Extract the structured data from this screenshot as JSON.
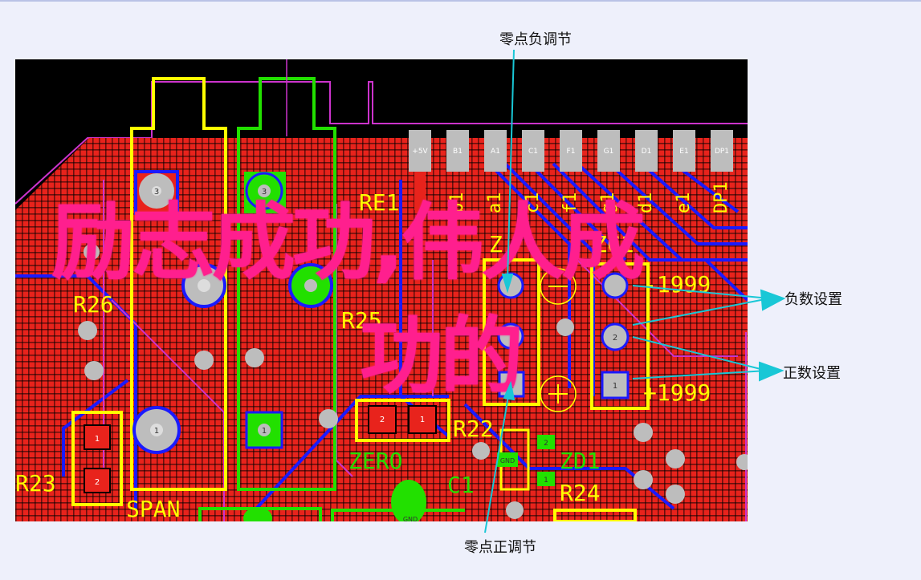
{
  "callouts": {
    "top": "零点负调节",
    "bottom": "零点正调节",
    "right_upper": "负数设置",
    "right_lower": "正数设置"
  },
  "overlay": {
    "line1": "励志成功,伟人成",
    "line2": "功的"
  },
  "pcb_labels": {
    "re1": "RE1",
    "r26": "R26",
    "r25": "R25",
    "zc1": "ZC1",
    "minus1999": "-1999",
    "plus1999": "+1999",
    "r22": "R22",
    "zero": "ZERO",
    "zd1": "ZD1",
    "c1": "C1",
    "r24": "R24",
    "r23": "R23",
    "span": "SPAN",
    "z_prefix": "Z",
    "gnd": "GND",
    "pin_one": "1",
    "pin_two": "2",
    "pin_three": "3"
  },
  "connector_pins": [
    "+5V",
    "B1",
    "A1",
    "C1",
    "F1",
    "G1",
    "D1",
    "E1",
    "DP1"
  ],
  "vertical_labels": [
    "b1",
    "a1",
    "c1",
    "f1",
    "g1",
    "d1",
    "e1",
    "DP1"
  ],
  "colors": {
    "board_red": "#e8231c",
    "copper_yellow": "#ffff00",
    "trace_green": "#22e000",
    "trace_blue": "#1a1aff",
    "silk_magenta": "#cc33cc",
    "pad_gray": "#bdbdbd",
    "arrow_cyan": "#19c7d6",
    "overlay_pink": "#ff1f8e"
  }
}
